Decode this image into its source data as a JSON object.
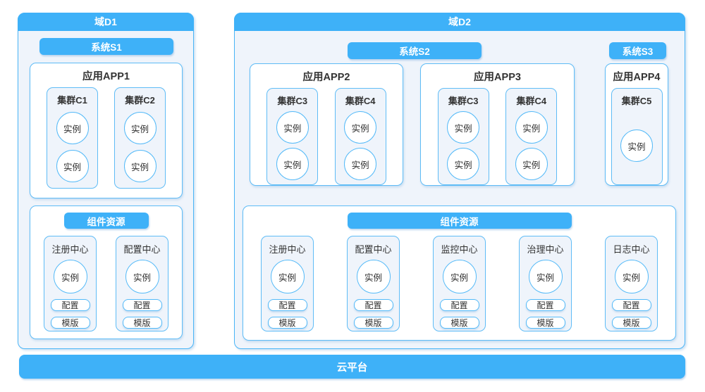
{
  "colors": {
    "accent_blue": "#3eb1f8",
    "panel_fill": "#eff4fb",
    "box_border": "#5fbcf6",
    "text_dark": "#333333",
    "text_light": "#ffffff"
  },
  "d1": {
    "title": "域D1",
    "system_badge": "系统S1",
    "app": {
      "title": "应用APP1",
      "clusters": [
        {
          "name": "集群C1",
          "instances": [
            "实例",
            "实例"
          ]
        },
        {
          "name": "集群C2",
          "instances": [
            "实例",
            "实例"
          ]
        }
      ]
    },
    "components": {
      "title": "组件资源",
      "centers": [
        {
          "name": "注册中心",
          "instance": "实例",
          "config": "配置",
          "template": "模版"
        },
        {
          "name": "配置中心",
          "instance": "实例",
          "config": "配置",
          "template": "模版"
        }
      ]
    }
  },
  "d2": {
    "title": "域D2",
    "system_badges": [
      "系统S2",
      "系统S3"
    ],
    "apps": [
      {
        "title": "应用APP2",
        "clusters": [
          {
            "name": "集群C3",
            "instances": [
              "实例",
              "实例"
            ]
          },
          {
            "name": "集群C4",
            "instances": [
              "实例",
              "实例"
            ]
          }
        ]
      },
      {
        "title": "应用APP3",
        "clusters": [
          {
            "name": "集群C3",
            "instances": [
              "实例",
              "实例"
            ]
          },
          {
            "name": "集群C4",
            "instances": [
              "实例",
              "实例"
            ]
          }
        ]
      },
      {
        "title": "应用APP4",
        "clusters": [
          {
            "name": "集群C5",
            "instances": [
              "实例"
            ]
          }
        ]
      }
    ],
    "components": {
      "title": "组件资源",
      "centers": [
        {
          "name": "注册中心",
          "instance": "实例",
          "config": "配置",
          "template": "模版"
        },
        {
          "name": "配置中心",
          "instance": "实例",
          "config": "配置",
          "template": "模版"
        },
        {
          "name": "监控中心",
          "instance": "实例",
          "config": "配置",
          "template": "模版"
        },
        {
          "name": "治理中心",
          "instance": "实例",
          "config": "配置",
          "template": "模版"
        },
        {
          "name": "日志中心",
          "instance": "实例",
          "config": "配置",
          "template": "模版"
        }
      ]
    }
  },
  "platform": {
    "title": "云平台"
  }
}
